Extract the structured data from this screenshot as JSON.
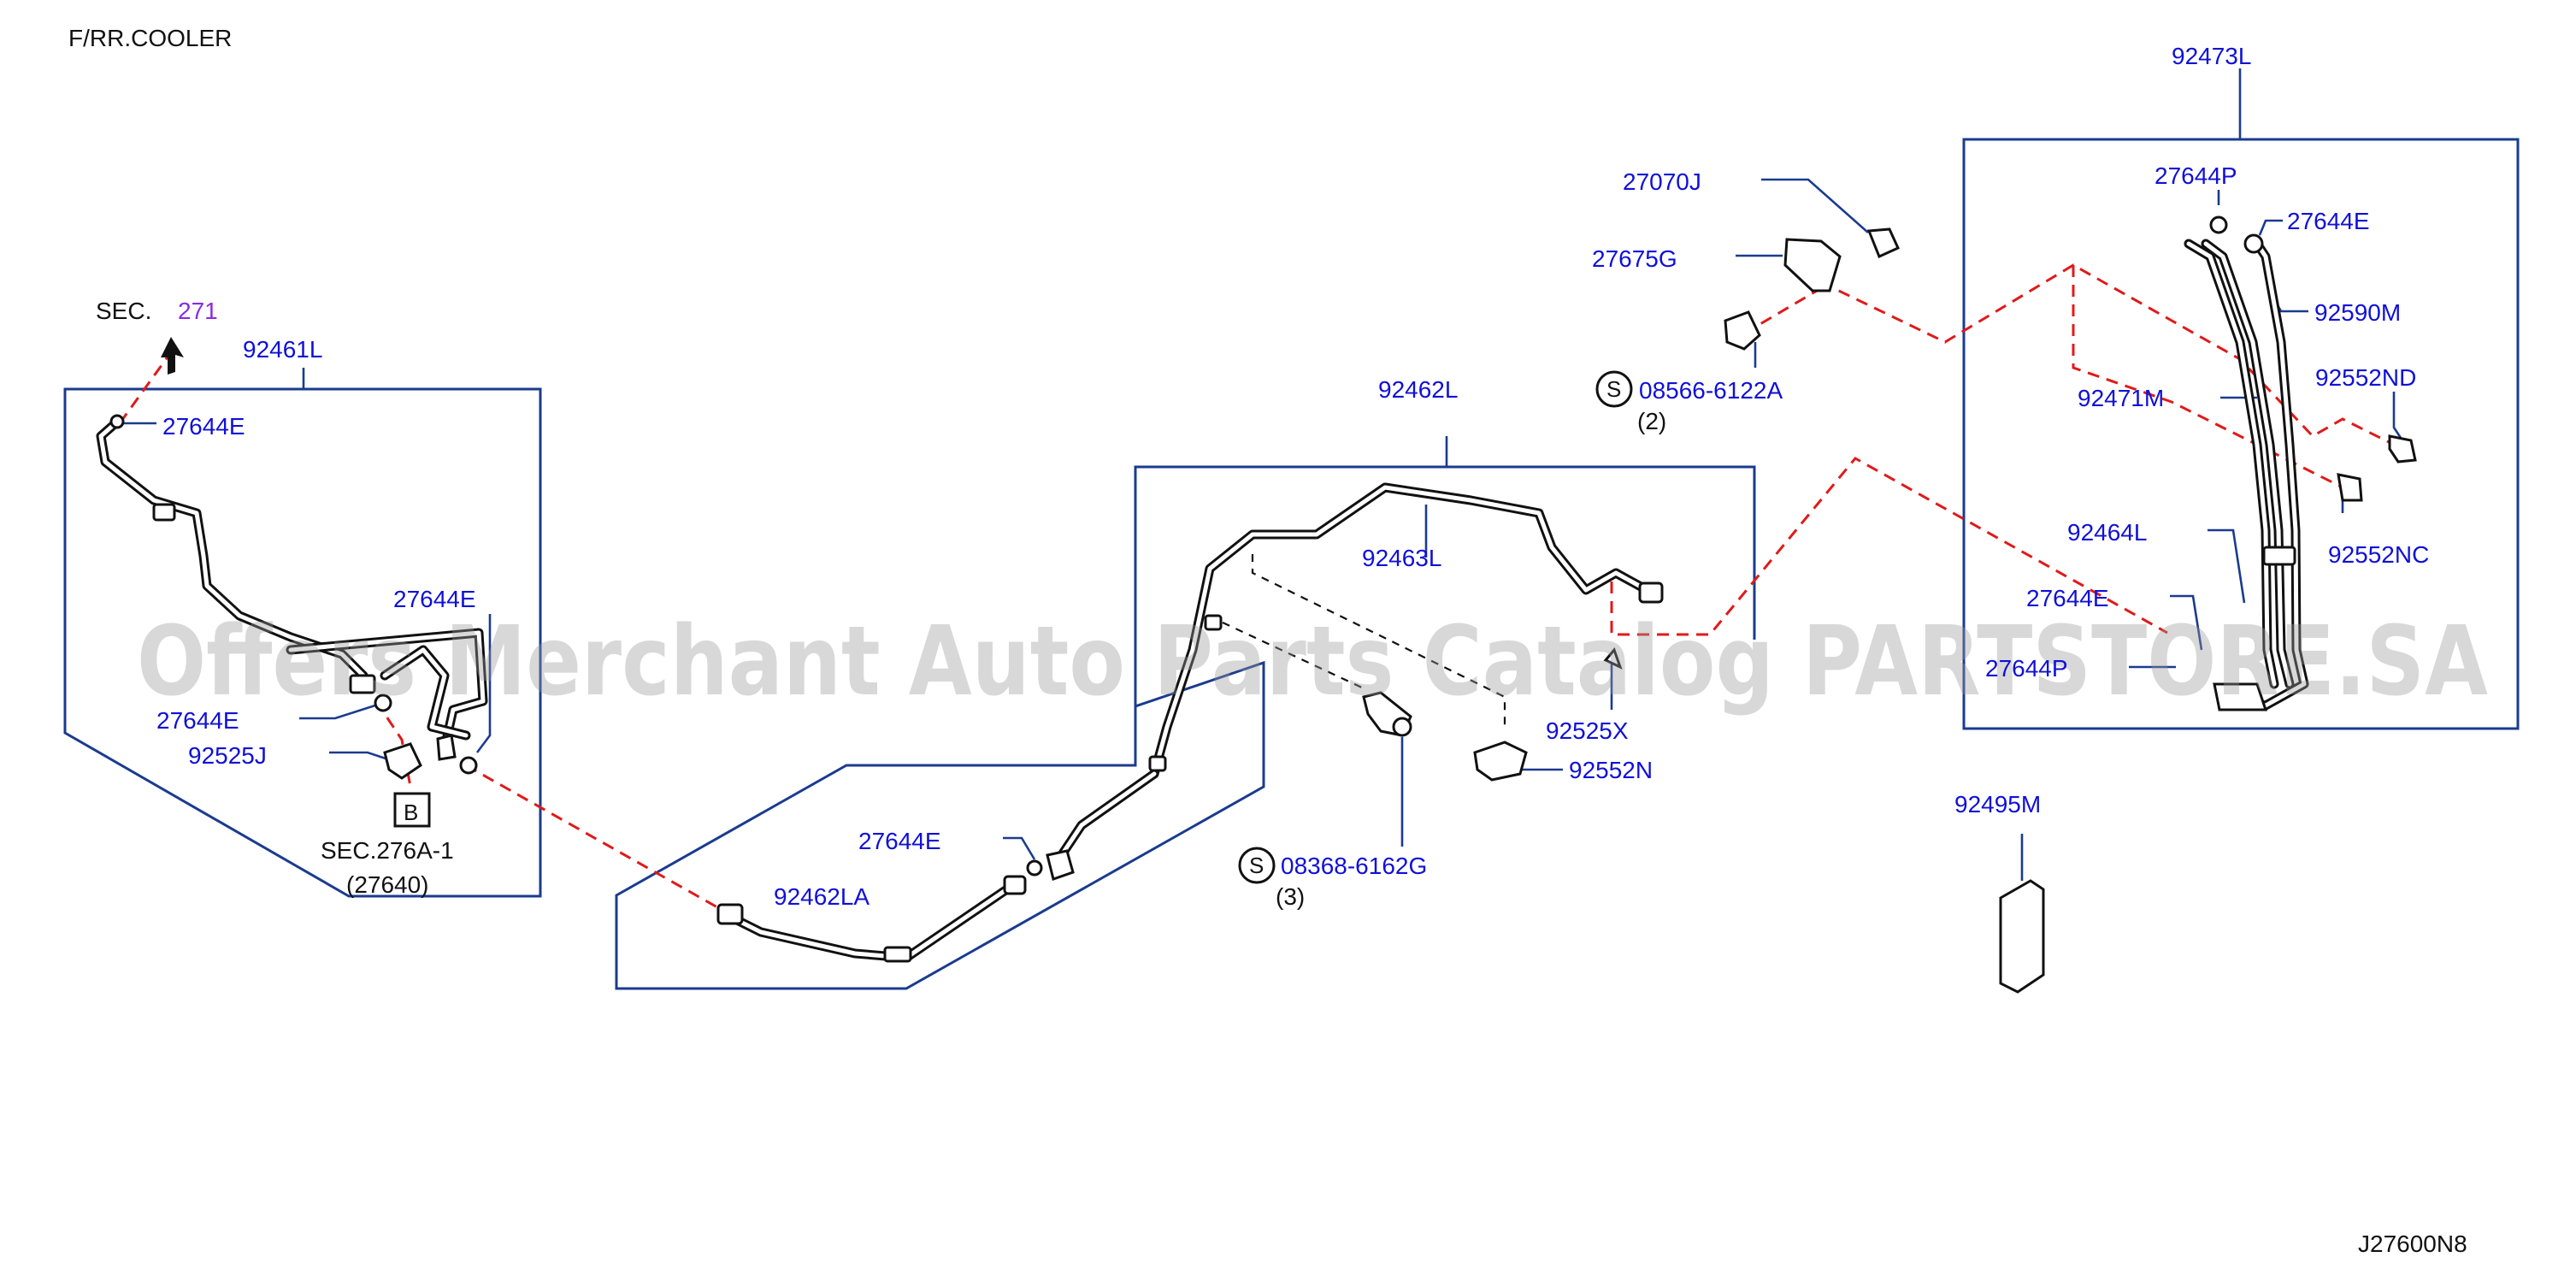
{
  "header": {
    "title": "F/RR.COOLER"
  },
  "drawing_number": "J27600N8",
  "watermark": "Offers Merchant Auto Parts Catalog PARTSTORE.SA",
  "section_refs": {
    "sec_prefix": "SEC.",
    "sec_number": "271",
    "sec_276": "SEC.276A-1",
    "sec_276_part": "(27640)",
    "ref_box_letter": "B"
  },
  "screw_symbol": "S",
  "parts": {
    "p92461L": "92461L",
    "p27644E_a": "27644E",
    "p27644E_b": "27644E",
    "p27644E_c": "27644E",
    "p92525J": "92525J",
    "p92462L": "92462L",
    "p92463L": "92463L",
    "p27644E_d": "27644E",
    "p92462LA": "92462LA",
    "p92525X": "92525X",
    "p92552N": "92552N",
    "p08368": "08368-6162G",
    "p08368_qty": "(3)",
    "p27070J": "27070J",
    "p27675G": "27675G",
    "p08566": "08566-6122A",
    "p08566_qty": "(2)",
    "p92473L": "92473L",
    "p27644P_a": "27644P",
    "p27644E_e": "27644E",
    "p92590M": "92590M",
    "p92552ND": "92552ND",
    "p92471M": "92471M",
    "p92552NC": "92552NC",
    "p92464L": "92464L",
    "p27644E_f": "27644E",
    "p27644P_b": "27644P",
    "p92495M": "92495M"
  }
}
